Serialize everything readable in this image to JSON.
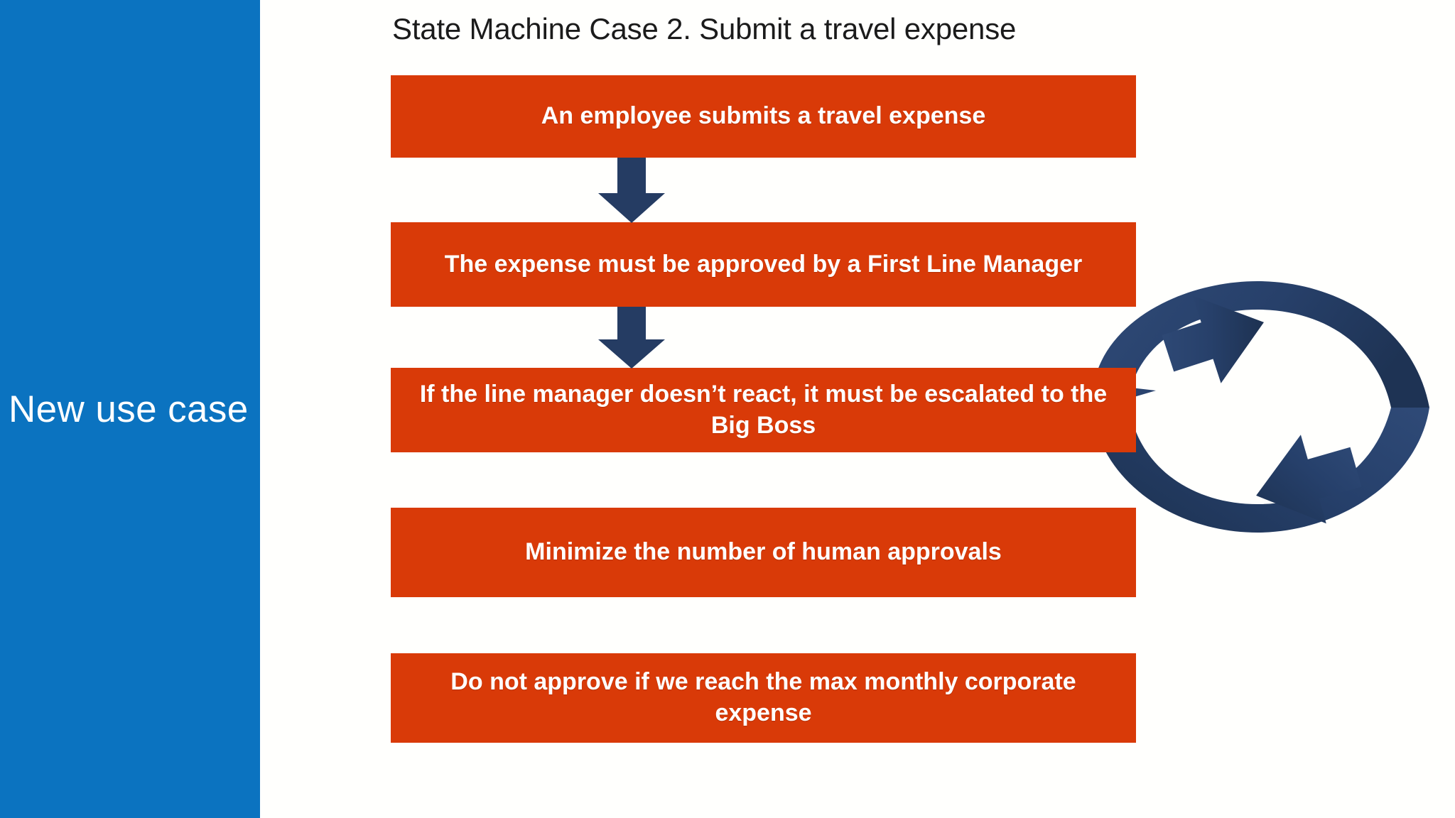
{
  "slide": {
    "title": "State Machine Case 2. Submit a travel expense",
    "side_label": "New use case",
    "colors": {
      "panel_blue": "#0b73c0",
      "box_orange": "#d93a08",
      "arrow_navy": "#253c63",
      "background": "#fffffd",
      "box_text": "#ffffff",
      "title_text": "#1b1b1b"
    }
  },
  "flow": {
    "steps": [
      {
        "id": "step-1",
        "text": "An employee submits a travel expense"
      },
      {
        "id": "step-2",
        "text": "The expense must be approved by a First Line Manager"
      },
      {
        "id": "step-3",
        "text": "If the line manager doesn’t react, it must be escalated to the Big Boss"
      },
      {
        "id": "step-4",
        "text": "Minimize the number of human approvals"
      },
      {
        "id": "step-5",
        "text": "Do not approve if we reach the max monthly corporate expense"
      }
    ],
    "connectors": [
      {
        "id": "connector-1",
        "from": "step-1",
        "to": "step-2",
        "direction": "down"
      },
      {
        "id": "connector-2",
        "from": "step-2",
        "to": "step-3",
        "direction": "down"
      }
    ],
    "cycle_graphic": {
      "name": "circular-arrows",
      "direction": "clockwise",
      "arrow_count": 2
    }
  }
}
